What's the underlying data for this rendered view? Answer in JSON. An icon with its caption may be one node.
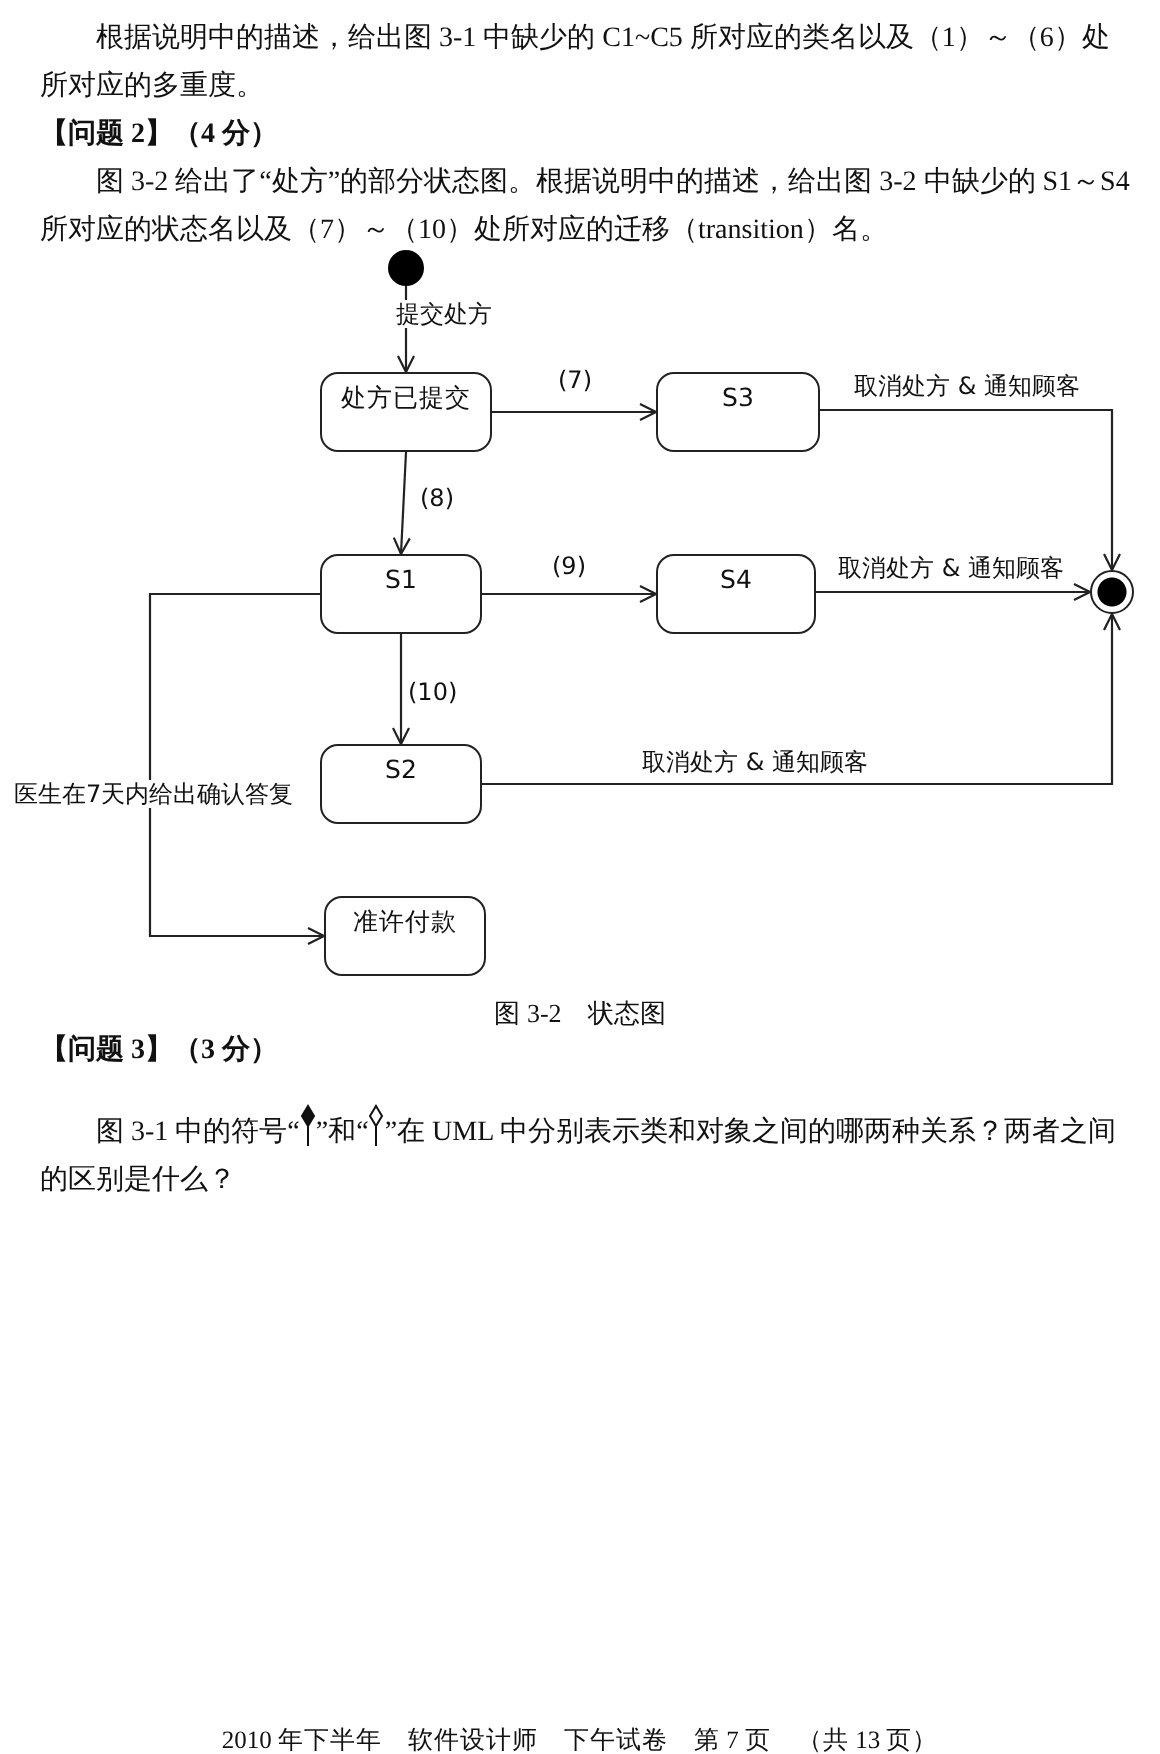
{
  "diagram": {
    "caption": "图 3-2　状态图",
    "nodes": [
      {
        "text": [],
        "shape": "circle"
      },
      {
        "text": [
          "处方已提交"
        ]
      },
      {
        "text": [
          "S3"
        ]
      },
      {
        "text": [
          "S1"
        ]
      },
      {
        "text": [
          "S4"
        ]
      },
      {
        "text": [
          "S2"
        ]
      },
      {
        "text": [
          "准许付款"
        ]
      },
      {
        "text": [],
        "shape": "circle"
      }
    ],
    "edges": [
      {
        "from": 0,
        "to": 1,
        "arrow": "to",
        "label": "提交处方"
      },
      {
        "from": 1,
        "to": 2,
        "arrow": "to",
        "label": "(7)"
      },
      {
        "from": 1,
        "to": 3,
        "arrow": "to",
        "label": "(8)"
      },
      {
        "from": 2,
        "to": 7,
        "arrow": "to",
        "label": "取消处方 & 通知顾客"
      },
      {
        "from": 3,
        "to": 4,
        "arrow": "to",
        "label": "(9)"
      },
      {
        "from": 4,
        "to": 7,
        "arrow": "to",
        "label": "取消处方 & 通知顾客"
      },
      {
        "from": 3,
        "to": 5,
        "arrow": "to",
        "label": "(10)"
      },
      {
        "from": 5,
        "to": 7,
        "arrow": "to",
        "label": "取消处方 & 通知顾客"
      },
      {
        "from": 3,
        "to": 6,
        "arrow": "to",
        "label": "医生在7天内给出确认答复"
      }
    ],
    "labels": [
      "根据说明中的描述，给出图 3-1 中缺少的 C1~C5 所对应的类名以及（1）～（6）处所对应的多重度。",
      "【问题 2】（4 分）",
      "图 3-2 给出了“处方”的部分状态图。根据说明中的描述，给出图 3-2 中缺少的 S1～S4 所对应的状态名以及（7）～（10）处所对应的迁移（transition）名。",
      "【问题 3】（3 分）",
      "图 3-1 中的符号“",
      "”和“",
      "”在 UML 中分别表示类和对象之间的哪两种关系？两者之间的区别是什么？",
      "2010 年下半年　软件设计师　下午试卷　第 7 页　（共 13 页）"
    ]
  }
}
